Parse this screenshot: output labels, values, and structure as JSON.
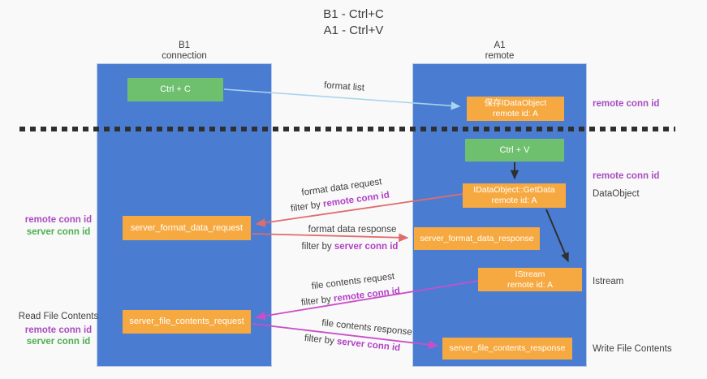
{
  "title": {
    "line1": "B1 - Ctrl+C",
    "line2": "A1 - Ctrl+V"
  },
  "lanes": {
    "left": {
      "name": "B1",
      "subtitle": "connection"
    },
    "right": {
      "name": "A1",
      "subtitle": "remote"
    }
  },
  "nodes": {
    "ctrl_c": {
      "label": "Ctrl + C"
    },
    "ctrl_v": {
      "label": "Ctrl + V"
    },
    "save_dataobject": {
      "line1": "保存IDataObject",
      "line2": "remote id: A"
    },
    "getdata": {
      "line1": "IDataObject::GetData",
      "line2": "remote id: A"
    },
    "format_request": {
      "label": "server_format_data_request"
    },
    "format_response": {
      "label": "server_format_data_response"
    },
    "istream": {
      "line1": "IStream",
      "line2": "remote id: A"
    },
    "file_request": {
      "label": "server_file_contents_request"
    },
    "file_response": {
      "label": "server_file_contents_response"
    }
  },
  "arrow_labels": {
    "format_list": "format list",
    "format_data_request": {
      "line1": "format data request",
      "prefix": "filter by ",
      "highlight": "remote conn id"
    },
    "format_data_response": {
      "line1": "format data response",
      "prefix": "filter by ",
      "highlight": "server conn id"
    },
    "file_contents_request": {
      "line1": "file contents request",
      "prefix": "filter by ",
      "highlight": "remote conn id"
    },
    "file_contents_response": {
      "line1": "file contents response",
      "prefix": "filter by ",
      "highlight": "server conn id"
    }
  },
  "side_labels": {
    "right_top_remote": "remote conn id",
    "right_mid_remote": "remote conn id",
    "right_dataobject": "DataObject",
    "right_istream": "Istream",
    "right_write": "Write File Contents",
    "left_format_remote": "remote conn id",
    "left_format_server": "server conn id",
    "left_read_title": "Read File Contents",
    "left_read_remote": "remote conn id",
    "left_read_server": "server conn id"
  },
  "colors": {
    "lane_blue": "#4a7dd1",
    "box_orange": "#f6a940",
    "box_green": "#6ec06f",
    "arrow_red": "#e06c6c",
    "arrow_magenta": "#c94fc9",
    "arrow_lightblue": "#a9d3ee",
    "arrow_black": "#303030",
    "label_purple": "#a84cc0",
    "label_green": "#4cae50"
  }
}
